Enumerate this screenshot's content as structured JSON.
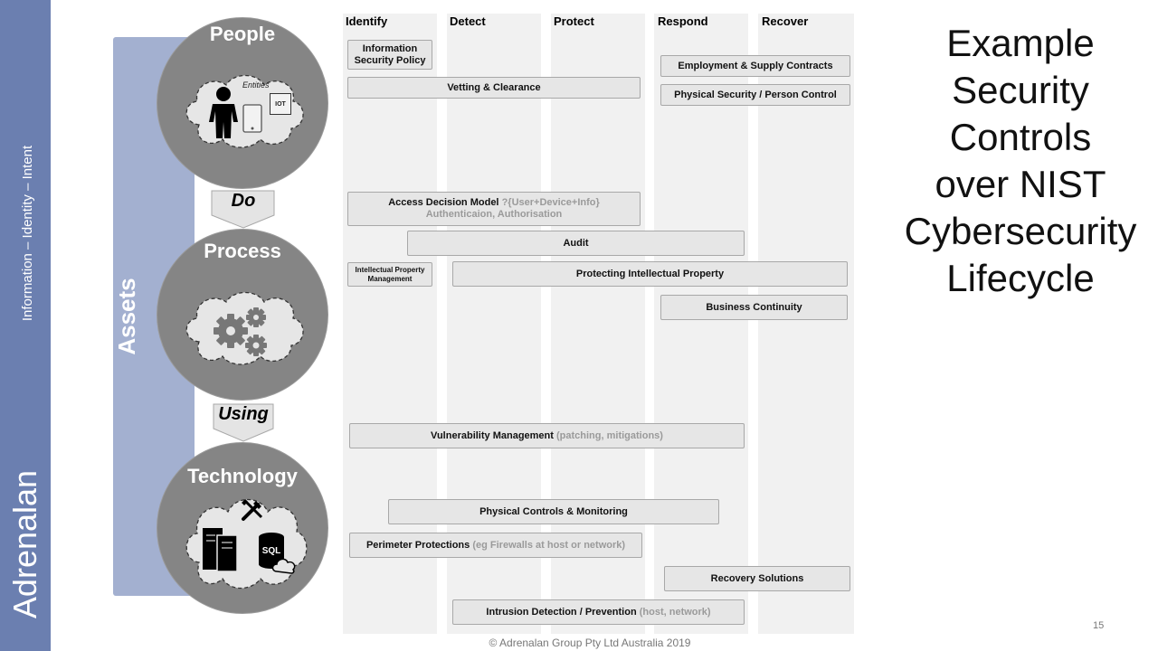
{
  "sidebar": {
    "label": "Adrenalan",
    "subtitle": "Information – Identity – Intent"
  },
  "assets_label": "Assets",
  "circles": {
    "people": {
      "title": "People",
      "entities_label": "Entities",
      "iot_label": "IOT"
    },
    "process": {
      "title": "Process"
    },
    "technology": {
      "title": "Technology",
      "sql_label": "SQL"
    }
  },
  "connectors": {
    "do": "Do",
    "using": "Using"
  },
  "columns": [
    "Identify",
    "Detect",
    "Protect",
    "Respond",
    "Recover"
  ],
  "controls": {
    "info_sec_policy": "Information Security Policy",
    "employment_supply": "Employment & Supply Contracts",
    "vetting": "Vetting & Clearance",
    "physical_security": "Physical Security / Person Control",
    "access_decision": "Access Decision Model",
    "access_decision_note": "?{User+Device+Info}",
    "access_decision_line2": "Authenticaion, Authorisation",
    "audit": "Audit",
    "ip_management": "Intellectual Property Management",
    "protecting_ip": "Protecting Intellectual Property",
    "business_continuity": "Business Continuity",
    "vuln_mgmt": "Vulnerability Management",
    "vuln_mgmt_note": "(patching, mitigations)",
    "physical_controls": "Physical Controls & Monitoring",
    "perimeter": "Perimeter Protections",
    "perimeter_note": "(eg Firewalls at host or network)",
    "recovery": "Recovery Solutions",
    "intrusion": "Intrusion Detection / Prevention",
    "intrusion_note": "(host, network)"
  },
  "title_lines": [
    "Example",
    "Security",
    "Controls",
    "over NIST",
    "Cybersecurity",
    "Lifecycle"
  ],
  "page_number": "15",
  "copyright": "© Adrenalan Group Pty Ltd Australia 2019",
  "colors": {
    "sidebar": "#6b7fb0",
    "assets": "#a3b0d0",
    "circle": "#858585",
    "control_fill": "#e6e6e6"
  }
}
